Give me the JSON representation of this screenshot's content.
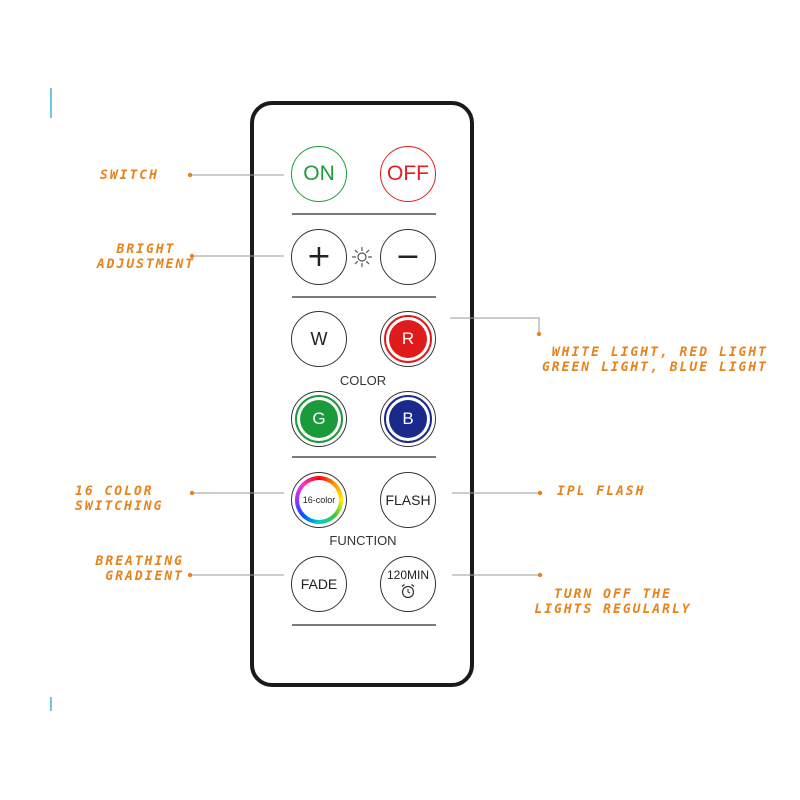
{
  "remote": {
    "switch_row": {
      "on_label": "ON",
      "off_label": "OFF"
    },
    "bright_row": {
      "plus_label": "+",
      "sun_icon": "sun-icon",
      "minus_label": "−"
    },
    "color_row": {
      "w_label": "W",
      "r_label": "R",
      "g_label": "G",
      "b_label": "B",
      "section_label": "COLOR"
    },
    "function_row": {
      "color16_label": "16-color",
      "flash_label": "FLASH",
      "fade_label": "FADE",
      "timer_label": "120MIN",
      "timer_icon": "alarm-clock-icon",
      "section_label": "FUNCTION"
    }
  },
  "callouts": {
    "switch": "SWITCH",
    "bright_line1": "BRIGHT",
    "bright_line2": "ADJUSTMENT",
    "rgbw_line1": "WHITE LIGHT, RED LIGHT",
    "rgbw_line2": "GREEN LIGHT, BLUE LIGHT",
    "color16_line1": "16 COLOR",
    "color16_line2": "SWITCHING",
    "flash": "IPL FLASH",
    "breathing_line1": "BREATHING",
    "breathing_line2": "GRADIENT",
    "timer_line1": "TURN OFF THE",
    "timer_line2": "LIGHTS REGULARLY"
  },
  "colors": {
    "accent_orange": "#e8821a",
    "on_green": "#1f9a3c",
    "off_red": "#e02020",
    "red_button": "#e01b1b",
    "green_button": "#1a9a3a",
    "blue_button": "#1a2a8c"
  }
}
